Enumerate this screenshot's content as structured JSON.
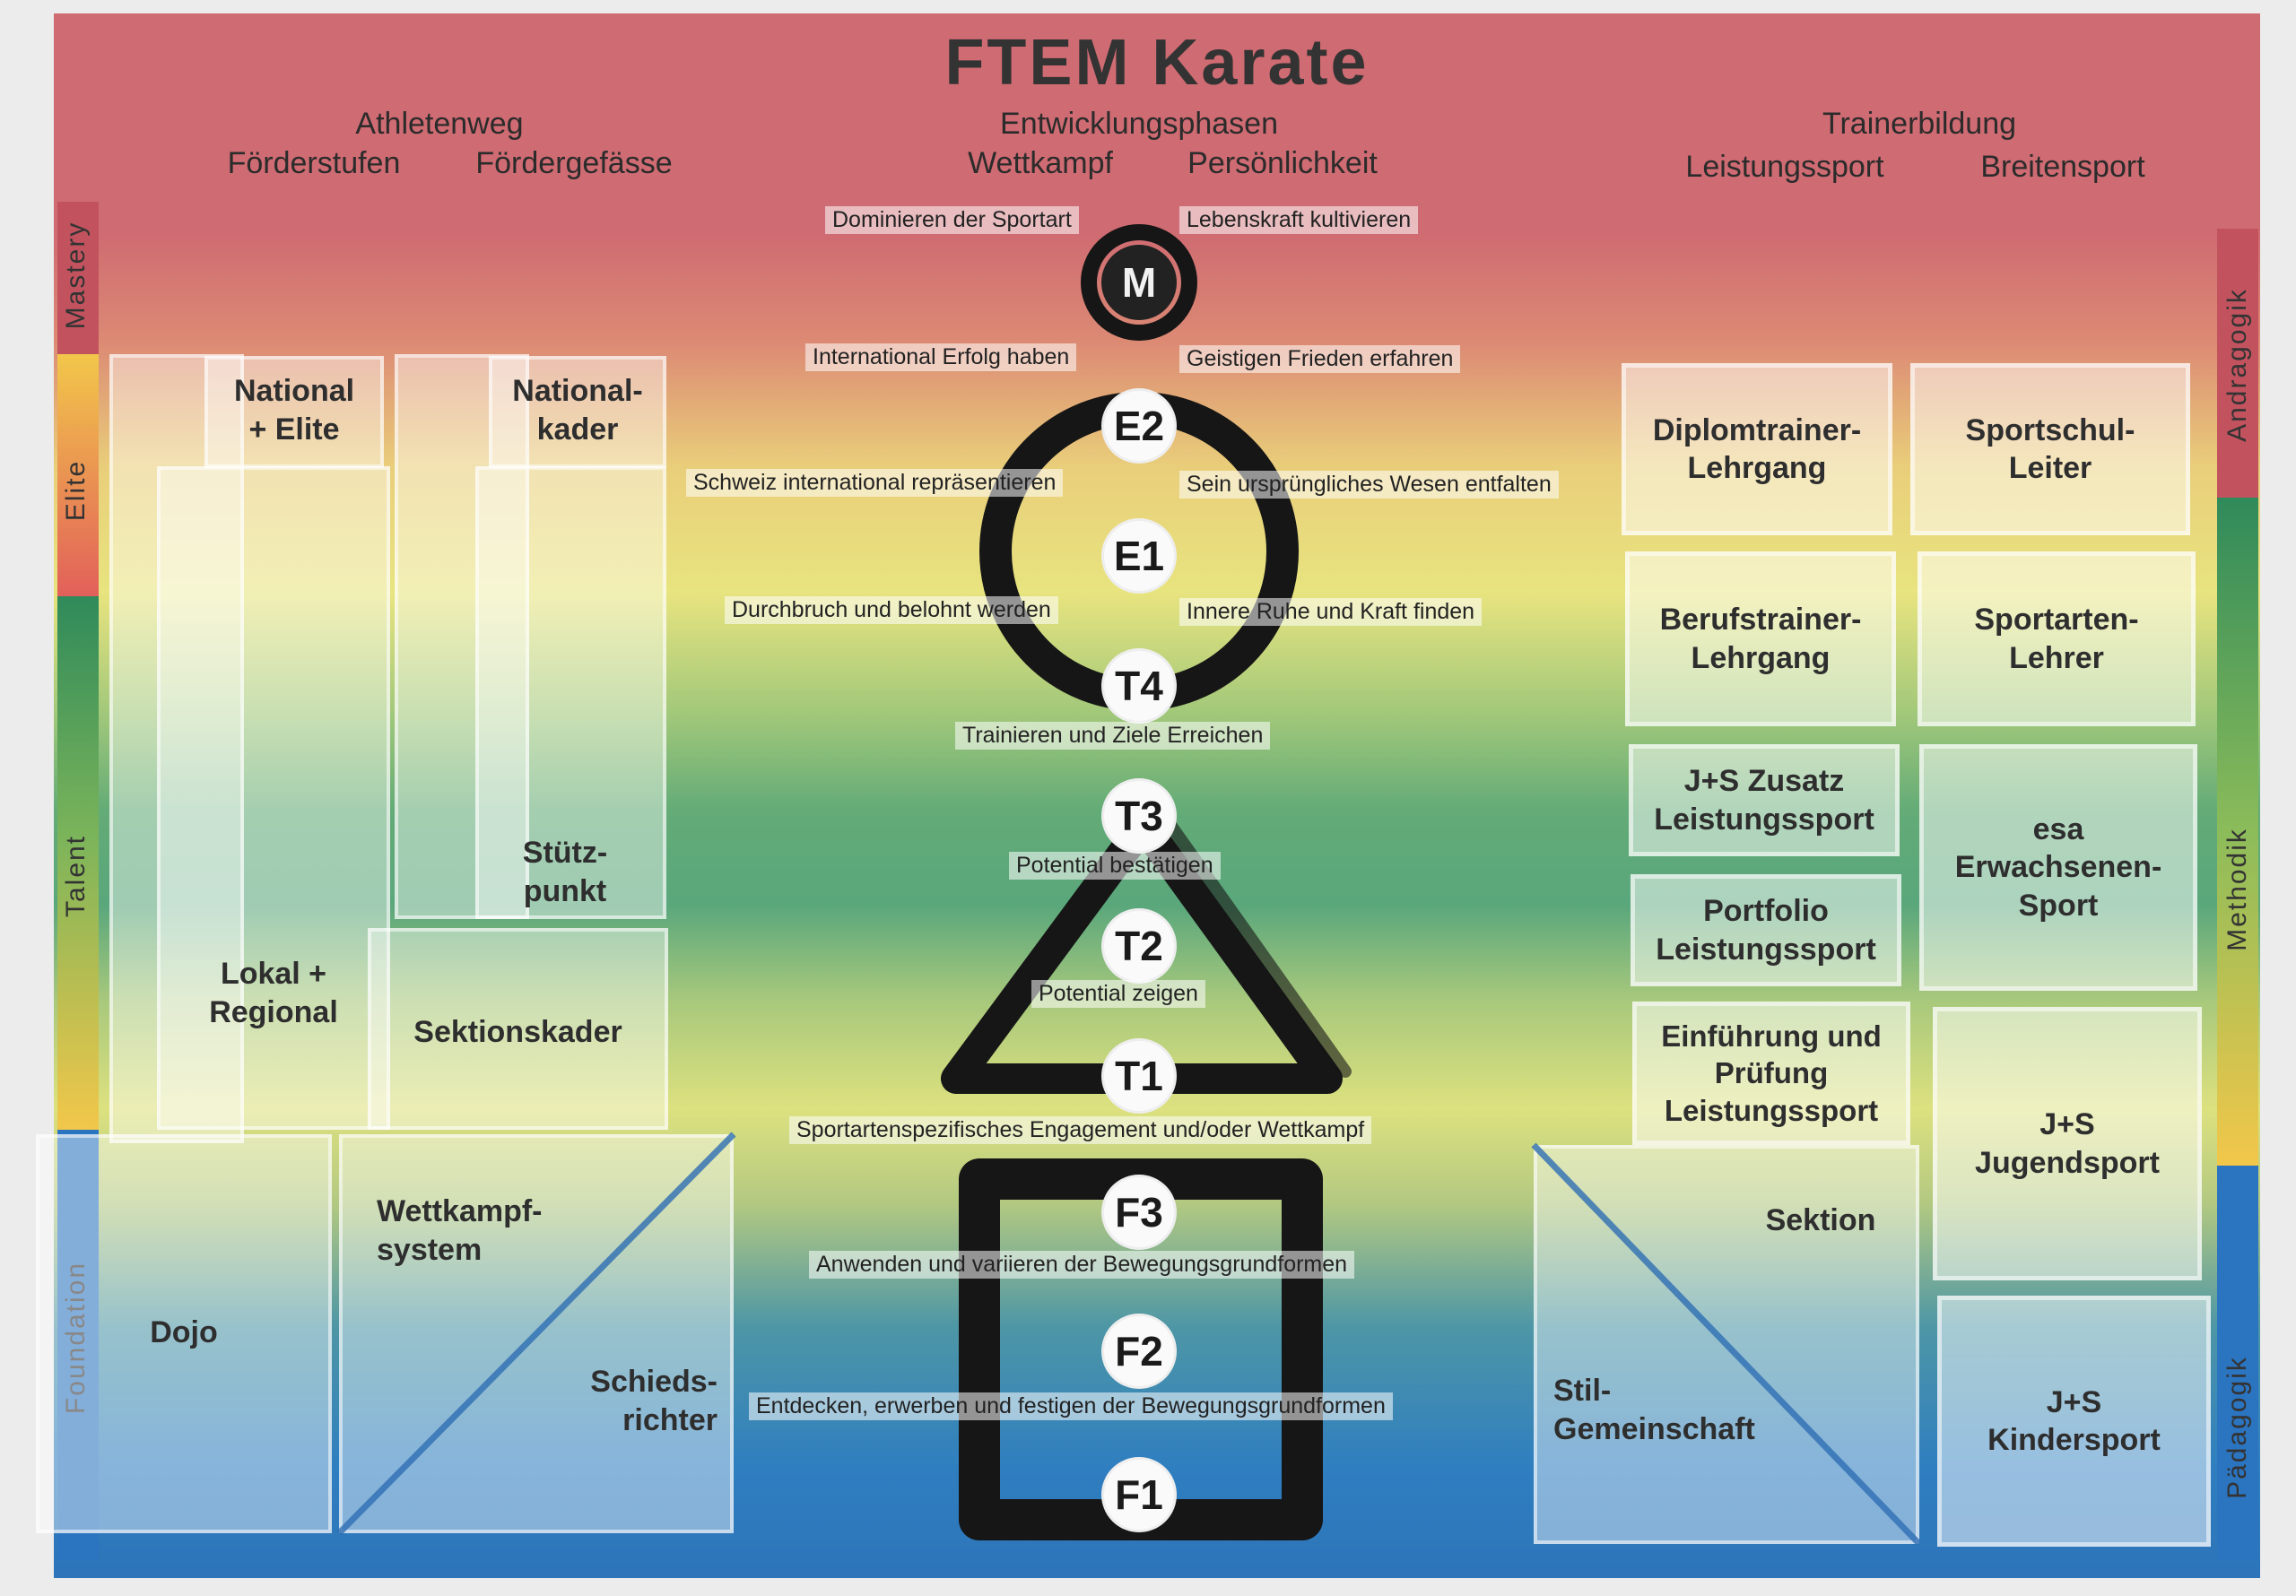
{
  "title": "FTEM Karate",
  "headers": {
    "athletenweg": "Athletenweg",
    "foerderstufen": "Förderstufen",
    "foerdergefaesse": "Fördergefässe",
    "entwicklungsphasen": "Entwicklungsphasen",
    "wettkampf": "Wettkampf",
    "persoenlichkeit": "Persönlichkeit",
    "trainerbildung": "Trainerbildung",
    "leistungssport": "Leistungssport",
    "breitensport": "Breitensport"
  },
  "phase_labels": {
    "mastery": "Mastery",
    "elite": "Elite",
    "talent": "Talent",
    "foundation": "Foundation"
  },
  "method_labels": {
    "andragogik": "Andragogik",
    "methodik": "Methodik",
    "paedagogik": "Pädagogik"
  },
  "colors": {
    "mastery": "#c2535e",
    "elite": "#f2c74a",
    "talent": "#2f8a5a",
    "foundation": "#2b74c0"
  },
  "left": {
    "national_elite": "National\n+ Elite",
    "lokal_regional": "Lokal +\nRegional",
    "nationalkader": "National-\nkader",
    "stuetzpunkt": "Stütz-\npunkt",
    "sektionskader": "Sektionskader",
    "dojo": "Dojo",
    "wettkampfsystem": "Wettkampf-\nsystem",
    "schiedsrichter": "Schieds-\nrichter"
  },
  "right": {
    "diplomtrainer": "Diplomtrainer-\nLehrgang",
    "sportschulleiter": "Sportschul-\nLeiter",
    "berufstrainer": "Berufstrainer-\nLehrgang",
    "sportartenlehrer": "Sportarten-\nLehrer",
    "js_zusatz": "J+S Zusatz\nLeistungssport",
    "portfolio": "Portfolio\nLeistungssport",
    "einfuehrung": "Einführung und\nPrüfung\nLeistungssport",
    "esa": "esa\nErwachsenen-\nSport",
    "js_jugend": "J+S\nJugendsport",
    "js_kinder": "J+S\nKindersport",
    "sektion": "Sektion",
    "stilgemeinschaft": "Stil-\nGemeinschaft"
  },
  "nodes": [
    "M",
    "E2",
    "E1",
    "T4",
    "T3",
    "T2",
    "T1",
    "F3",
    "F2",
    "F1"
  ],
  "captions": {
    "m_left": "Dominieren der Sportart",
    "m_right": "Lebenskraft kultivieren",
    "e2_left": "International Erfolg haben",
    "e2_right": "Geistigen Frieden erfahren",
    "e1_left": "Schweiz international repräsentieren",
    "e1_right": "Sein ursprüngliches Wesen entfalten",
    "t4_left": "Durchbruch und belohnt werden",
    "t4_right": "Innere Ruhe und Kraft finden",
    "t4_t3": "Trainieren und Ziele Erreichen",
    "t3_t2": "Potential bestätigen",
    "t2_t1": "Potential zeigen",
    "t1_f3": "Sportartenspezifisches Engagement und/oder Wettkampf",
    "f3_f2": "Anwenden und variieren der Bewegungsgrundformen",
    "f2_f1": "Entdecken, erwerben und festigen der Bewegungsgrundformen"
  }
}
